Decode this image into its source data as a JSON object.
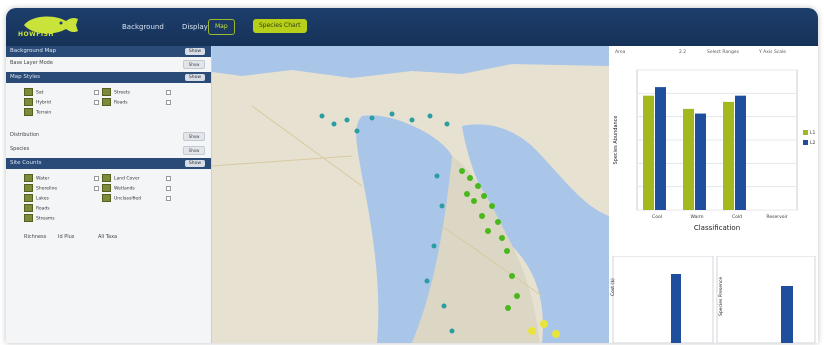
{
  "header": {
    "logo_text": "HOWFISH",
    "nav": [
      "Background",
      "Display"
    ],
    "toggle_map": "Map",
    "toggle_charts": "Species Chart"
  },
  "left_panel": {
    "sections": [
      {
        "title": "Background Map",
        "button": "Show"
      },
      {
        "title": "Base Layer Mode",
        "button": "Show"
      },
      {
        "title": "Map Styles",
        "button": "Show"
      },
      {
        "title": "Distribution",
        "button": "Show"
      },
      {
        "title": "Species",
        "button": "Show"
      },
      {
        "title": "Site Counts",
        "button": "Show"
      }
    ],
    "base_layers": [
      "Sat",
      "Hybrid",
      "Streets",
      "Roads",
      "Terrain"
    ],
    "detections": [
      "Water",
      "Shoreline",
      "Lakes",
      "Roads",
      "Streams",
      "Land Cover",
      "Wetlands",
      "Unclassified"
    ],
    "radio_options": [
      "Richness",
      "Id Plus",
      "All Taxa"
    ]
  },
  "right_panel": {
    "header_labels": [
      "Area",
      "2.2",
      "Select Ranges",
      "Y Axis Scale"
    ],
    "bar_chart": {
      "ylabel": "Species Abundance",
      "xlabel": "Classification",
      "categories": [
        "Cool",
        "Warm",
        "Cold",
        "Reservoir"
      ],
      "series": [
        {
          "name": "L1",
          "color": "#a3b81f",
          "values": [
            14.7,
            13.0,
            13.9,
            0
          ]
        },
        {
          "name": "L2",
          "color": "#1f4f9c",
          "values": [
            15.8,
            12.4,
            14.7,
            0
          ]
        }
      ],
      "ylim": [
        0,
        18
      ]
    },
    "lower_left": {
      "ylabel": "Cost ($)",
      "value": 100000
    },
    "lower_right": {
      "ylabel": "Species Presence"
    }
  },
  "colors": {
    "header": "#1d3e6c",
    "accent": "#b8cf1a",
    "water": "#a9c5e8",
    "land": "#e7e2d3"
  }
}
